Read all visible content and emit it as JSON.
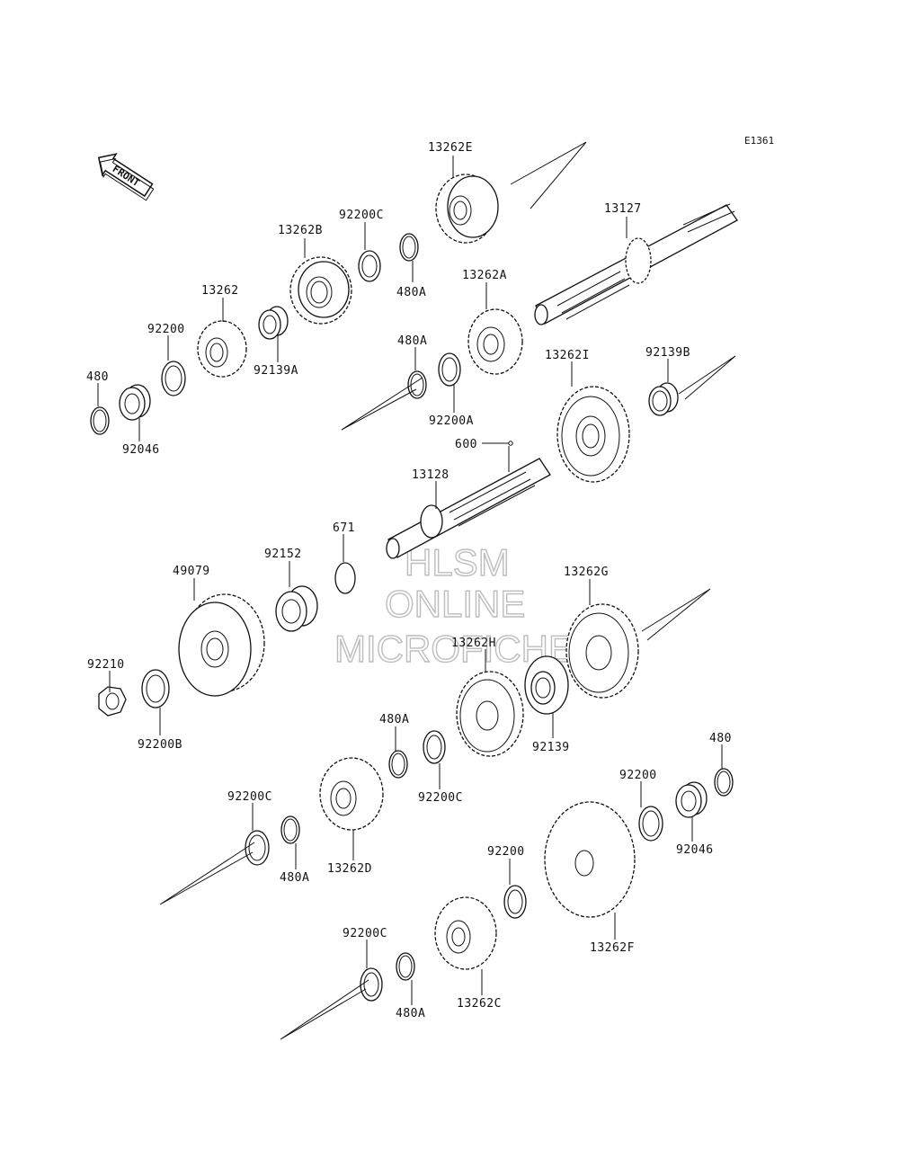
{
  "diagram_ref": "E1361",
  "front_label": "FRONT",
  "watermark": [
    "HLSM",
    "ONLINE",
    "MICROFICHE"
  ],
  "labels": {
    "p13262E": "13262E",
    "p13127": "13127",
    "p92200C_top": "92200C",
    "p13262B": "13262B",
    "p480A_top": "480A",
    "p13262": "13262",
    "p92139A": "92139A",
    "p13262A": "13262A",
    "p92200_left": "92200",
    "p480A_mid": "480A",
    "p480_left": "480",
    "p92046_left": "92046",
    "p92200A": "92200A",
    "p13262I": "13262I",
    "p92139B": "92139B",
    "p600": "600",
    "p13128": "13128",
    "p671": "671",
    "p92152": "92152",
    "p49079": "49079",
    "p13262G": "13262G",
    "p13262H": "13262H",
    "p92210": "92210",
    "p92200B": "92200B",
    "p92139": "92139",
    "p480A_low": "480A",
    "p480_right": "480",
    "p92200C_mid": "92200C",
    "p92200_right": "92200",
    "p92200C_left": "92200C",
    "p92046_right": "92046",
    "p480A_left": "480A",
    "p13262D": "13262D",
    "p92200_bottom": "92200",
    "p13262F": "13262F",
    "p92200C_bottom": "92200C",
    "p480A_bottom": "480A",
    "p13262C": "13262C"
  }
}
